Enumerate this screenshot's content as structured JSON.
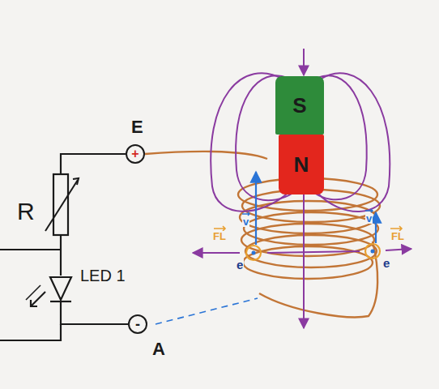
{
  "diagram": {
    "nodes": [
      {
        "text": [
          "E",
          "+"
        ]
      },
      {
        "text": [
          "S"
        ]
      },
      {
        "text": [
          "N"
        ]
      },
      {
        "text": [
          "-",
          "A"
        ]
      }
    ],
    "labels": [
      "R",
      "LED 1",
      "FL",
      "v",
      "e",
      "v",
      "FL",
      "e"
    ]
  }
}
